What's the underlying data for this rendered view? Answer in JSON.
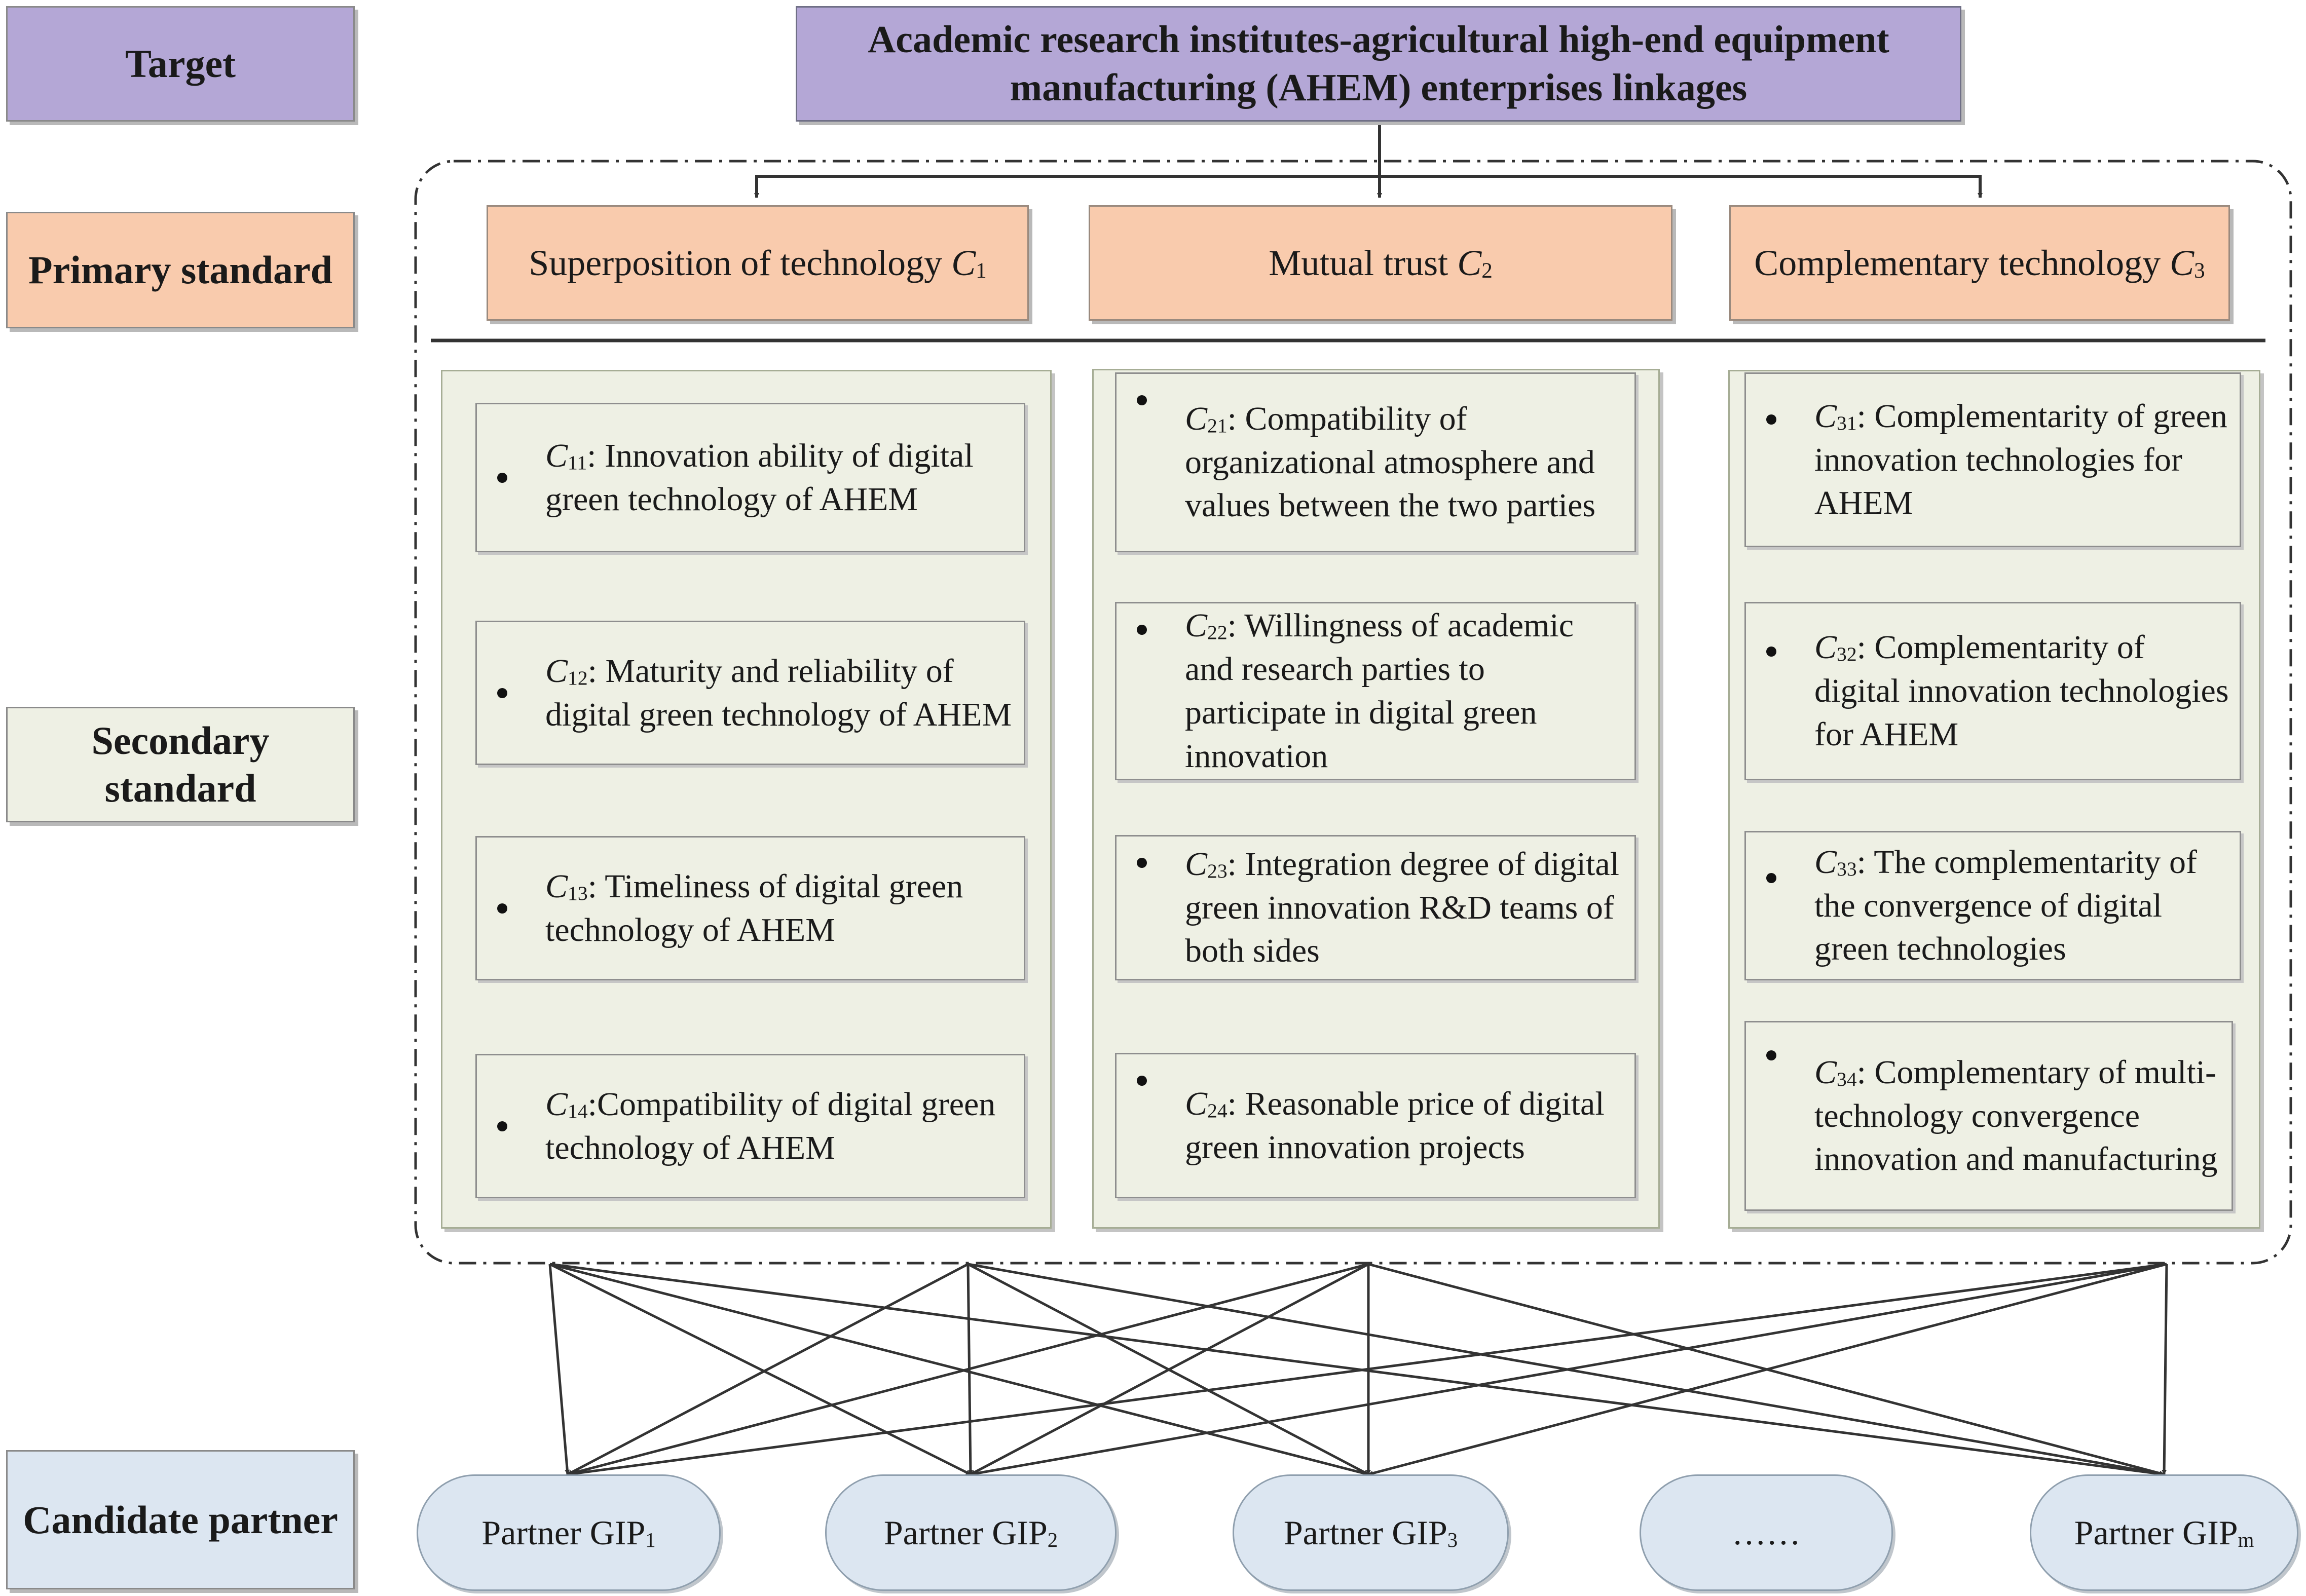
{
  "rows": {
    "target": "Target",
    "primary": "Primary standard",
    "secondary": "Secondary standard",
    "candidate": "Candidate partner"
  },
  "target_box": "Academic research institutes-agricultural high-end equipment manufacturing (AHEM) enterprises linkages",
  "primary": [
    {
      "label": "Superposition of technology",
      "code": "C",
      "sub": "1"
    },
    {
      "label": "Mutual trust",
      "code": "C",
      "sub": "2"
    },
    {
      "label": "Complementary technology",
      "code": "C",
      "sub": "3"
    }
  ],
  "secondary": [
    [
      {
        "code": "C",
        "sub": "11",
        "text": ": Innovation ability  of digital green technology of AHEM"
      },
      {
        "code": "C",
        "sub": "12",
        "text": ": Maturity and reliability of digital green technology of AHEM"
      },
      {
        "code": "C",
        "sub": "13",
        "text": ": Timeliness of digital green technology of AHEM"
      },
      {
        "code": "C",
        "sub": "14",
        "text": ":Compatibility of digital green technology of AHEM"
      }
    ],
    [
      {
        "code": "C",
        "sub": "21",
        "text": ": Compatibility of organizational atmosphere and values between the two parties"
      },
      {
        "code": "C",
        "sub": "22",
        "text": ": Willingness of academic and research parties to participate in digital green innovation"
      },
      {
        "code": "C",
        "sub": "23",
        "text": ": Integration degree of digital green innovation R&D teams of both sides"
      },
      {
        "code": "C",
        "sub": "24",
        "text": ": Reasonable price of digital green innovation projects"
      }
    ],
    [
      {
        "code": "C",
        "sub": "31",
        "text": ": Complementarity of green innovation technologies for AHEM"
      },
      {
        "code": "C",
        "sub": "32",
        "text": ": Complementarity of digital innovation technologies for AHEM"
      },
      {
        "code": "C",
        "sub": "33",
        "text": ": The complementarity of the convergence of digital green technologies"
      },
      {
        "code": "C",
        "sub": "34",
        "text": ": Complementary of multi-technology convergence innovation and manufacturing"
      }
    ]
  ],
  "partners": [
    {
      "label": "Partner GIP",
      "sub": "1"
    },
    {
      "label": "Partner GIP",
      "sub": "2"
    },
    {
      "label": "Partner GIP",
      "sub": "3"
    },
    {
      "label": "……",
      "sub": ""
    },
    {
      "label": "Partner GIP",
      "sub": "m"
    }
  ]
}
